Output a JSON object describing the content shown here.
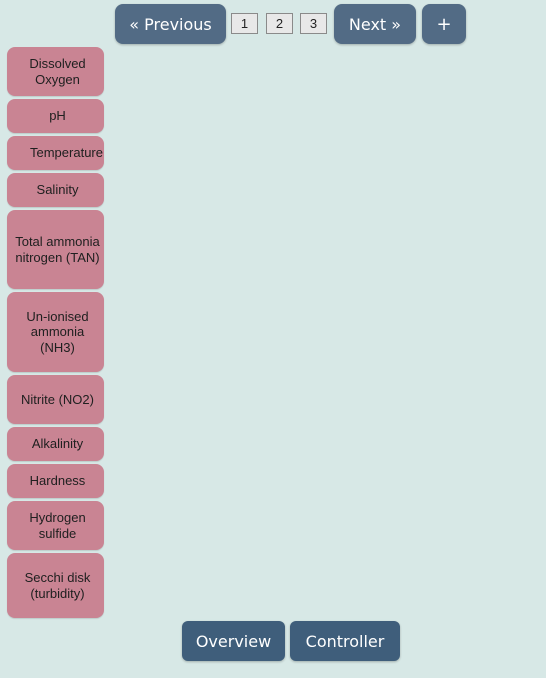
{
  "pager": {
    "previous_label": "« Previous",
    "pages": [
      "1",
      "2",
      "3"
    ],
    "next_label": "Next »",
    "add_label": "+"
  },
  "parameters": [
    "Dissolved Oxygen",
    "pH",
    "Temperature",
    "Salinity",
    "Total ammonia nitrogen (TAN)",
    "Un-ionised ammonia (NH3)",
    "Nitrite (NO2)",
    "Alkalinity",
    "Hardness",
    "Hydrogen sulfide",
    "Secchi disk (turbidity)"
  ],
  "footer": {
    "overview_label": "Overview",
    "controller_label": "Controller"
  },
  "colors": {
    "background": "#d7e8e6",
    "nav_button": "#526b85",
    "parameter_button": "#c98493",
    "footer_button": "#3f5e7b"
  }
}
